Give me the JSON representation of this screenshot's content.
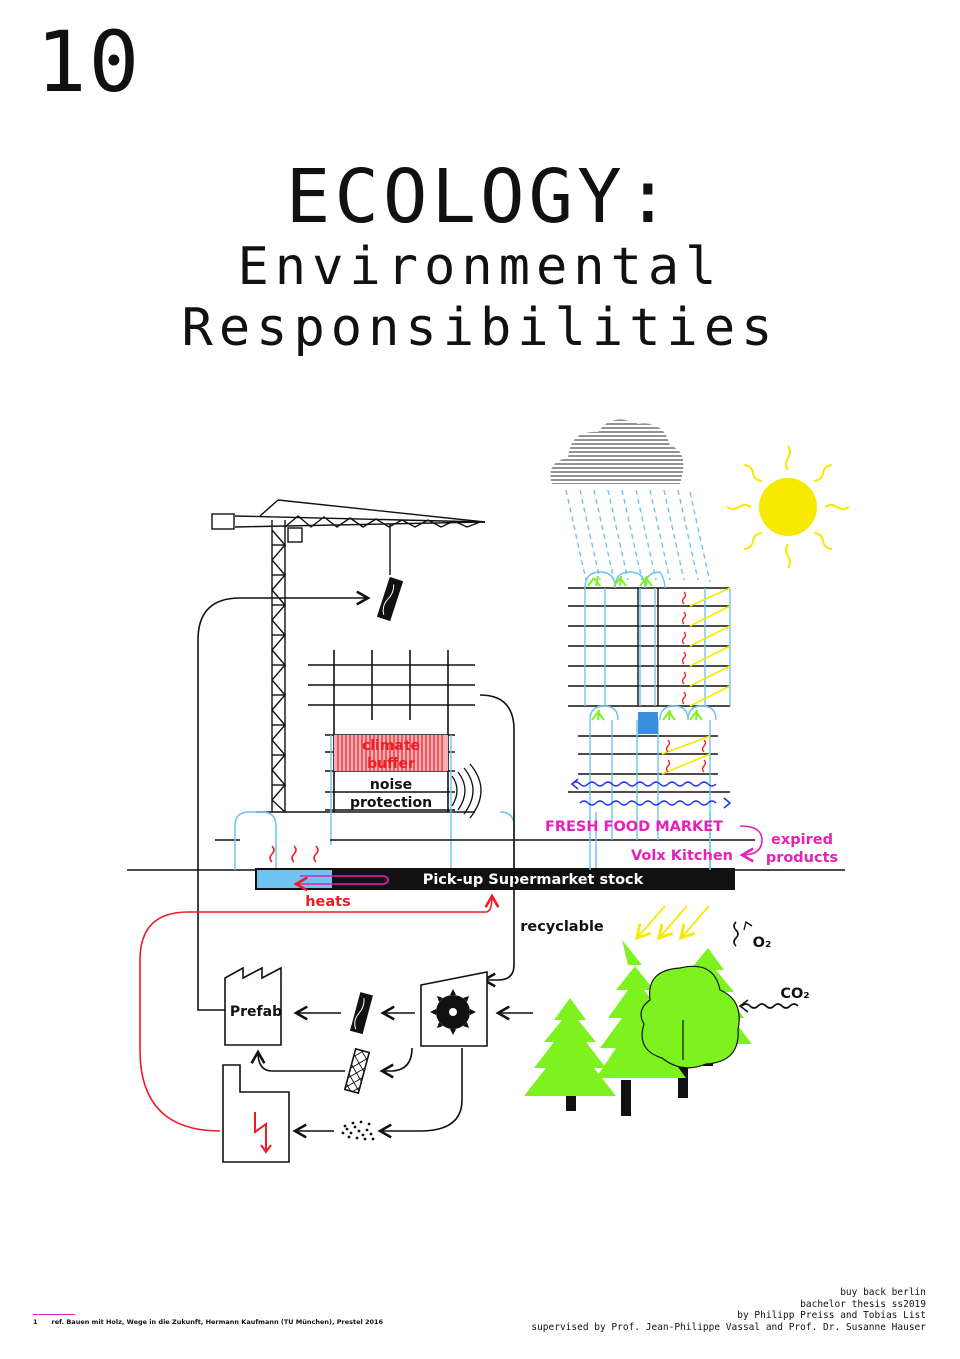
{
  "page": {
    "number": "10"
  },
  "title": {
    "main": "ECOLOGY:",
    "sub_line1": "Environmental",
    "sub_line2": "Responsibilities"
  },
  "diagram": {
    "labels": {
      "climate": "climate",
      "buffer": "buffer",
      "noise": "noise",
      "protection": "protection",
      "fresh_food_market": "FRESH FOOD MARKET",
      "volx_kitchen": "Volx Kitchen",
      "expired": "expired",
      "products": "products",
      "pickup": "Pick-up Supermarket stock",
      "heats": "heats",
      "recyclable": "recyclable",
      "prefab": "Prefab",
      "o2": "O₂",
      "co2": "CO₂"
    },
    "colors": {
      "magenta": "#e820b8",
      "red": "#ee1c24",
      "blue": "#3a8fe0",
      "lightblue": "#6fc3f0",
      "green": "#7df21e",
      "yellow": "#f5ea00",
      "darkblue": "#2437e0",
      "black": "#111111"
    }
  },
  "credits": {
    "line1": "buy back berlin",
    "line2": "bachelor thesis ss2019",
    "line3": "by Philipp Preiss and Tobias List",
    "line4": "supervised by Prof. Jean-Philippe Vassal and Prof. Dr. Susanne Hauser"
  },
  "footnote": {
    "number": "1",
    "text": "ref. Bauen mit Holz, Wege in die Zukunft, Hermann Kaufmann (TU München), Prestel 2016"
  }
}
